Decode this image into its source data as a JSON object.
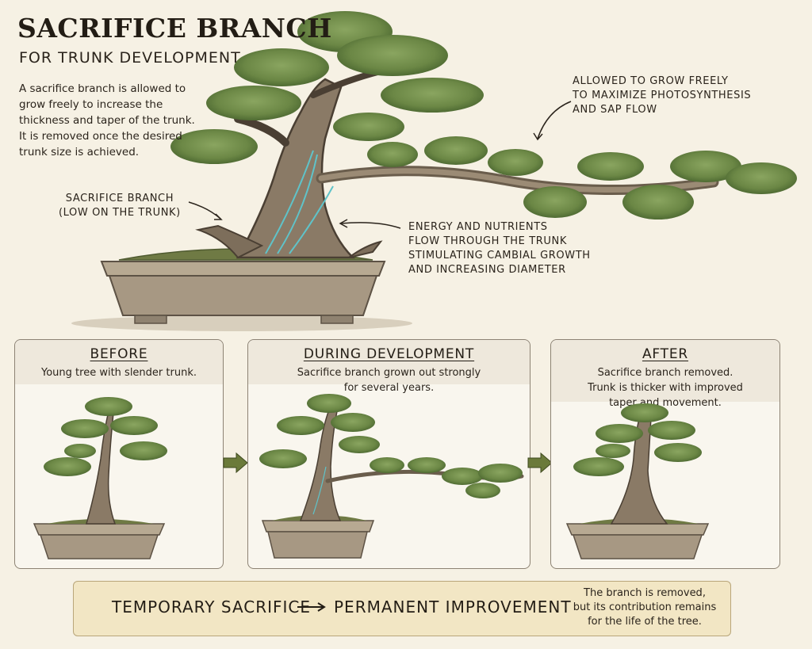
{
  "header": {
    "title": "SACRIFICE BRANCH",
    "subtitle": "FOR TRUNK DEVELOPMENT",
    "intro": "A sacrifice branch is allowed to grow freely to increase the thickness and taper of the trunk. It is removed once the desired trunk size is achieved."
  },
  "callouts": {
    "sacrifice_branch": [
      "SACRIFICE BRANCH",
      "(LOW ON THE TRUNK)"
    ],
    "grow_freely": [
      "ALLOWED TO GROW FREELY",
      "TO MAXIMIZE PHOTOSYNTHESIS",
      "AND SAP FLOW"
    ],
    "energy": [
      "ENERGY AND NUTRIENTS",
      "FLOW THROUGH THE TRUNK",
      "STIMULATING CAMBIAL GROWTH",
      "AND INCREASING DIAMETER"
    ]
  },
  "panels": [
    {
      "title": "BEFORE",
      "description": "Young tree with slender trunk."
    },
    {
      "title": "DURING DEVELOPMENT",
      "description": "Sacrifice branch grown out strongly\nfor several years."
    },
    {
      "title": "AFTER",
      "description": "Sacrifice branch removed.\nTrunk is thicker with improved\ntaper and movement."
    }
  ],
  "banner": {
    "left": "TEMPORARY SACRIFICE",
    "right": "PERMANENT IMPROVEMENT",
    "note": "The branch is removed,\nbut its contribution remains\nfor the life of the tree."
  },
  "colors": {
    "background": "#f6f1e4",
    "foliage": "#6f8a48",
    "trunk": "#8a7a66",
    "pot": "#a79883",
    "sap_flow": "#5fc3c9",
    "banner": "#f2e6c4",
    "arrow": "#6b7a3a"
  }
}
